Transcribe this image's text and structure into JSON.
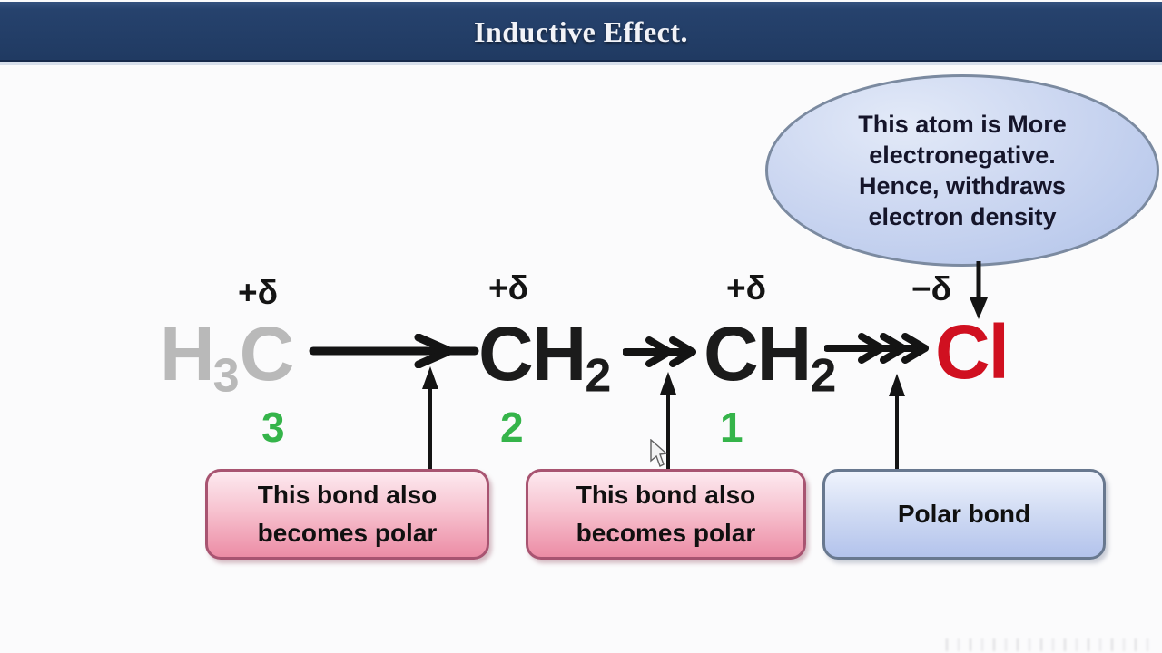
{
  "title_bar": {
    "title": "Inductive Effect."
  },
  "callout": {
    "line1": "This atom is More",
    "line2": "electronegative.",
    "line3": "Hence, withdraws",
    "line4": "electron density"
  },
  "molecule": {
    "atom1": {
      "symbol": "H",
      "subscript": "3",
      "suffix": "C",
      "charge": "+δ"
    },
    "atom2": {
      "symbol": "CH",
      "subscript": "2",
      "charge": "+δ"
    },
    "atom3": {
      "symbol": "CH",
      "subscript": "2",
      "charge": "+δ"
    },
    "atom4": {
      "symbol": "Cl",
      "charge": "−δ"
    }
  },
  "bond_numbers": {
    "bond3": "3",
    "bond2": "2",
    "bond1": "1"
  },
  "notes": {
    "box1": {
      "line1": "This bond also",
      "line2": "becomes polar"
    },
    "box2": {
      "line1": "This bond also",
      "line2": "becomes polar"
    },
    "box3": {
      "line1": "Polar bond"
    }
  },
  "colors": {
    "title_bar_bg": "#24406b",
    "title_text": "#f2f3f8",
    "methyl_gray": "#b9b9b9",
    "carbon_black": "#1b1b1b",
    "chlorine_red": "#d01020",
    "bond_number_green": "#35b44a",
    "callout_fill": "#c5d1ee",
    "callout_border": "#7b8aa0",
    "pink_note_fill": "#f0a8ba",
    "pink_note_border": "#a85471",
    "blue_note_fill": "#c4d1ef",
    "blue_note_border": "#68788f",
    "arrow_black": "#141414"
  }
}
